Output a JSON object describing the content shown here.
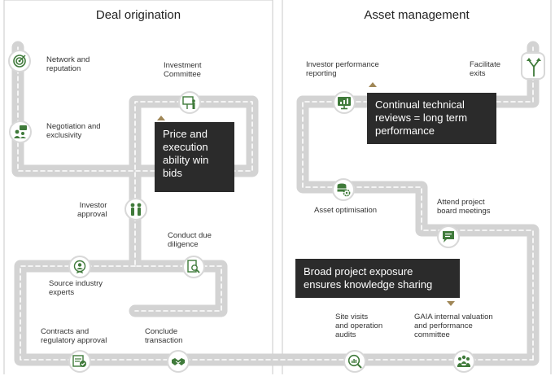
{
  "panels": {
    "deal": {
      "title": "Deal origination"
    },
    "asset": {
      "title": "Asset management"
    }
  },
  "labels": {
    "network": "Network and\nreputation",
    "negotiation": "Negotiation and\nexclusivity",
    "investment_committee": "Investment\nCommittee",
    "investor_approval": "Investor\napproval",
    "due_diligence": "Conduct due\ndiligence",
    "source_experts": "Source industry\nexperts",
    "contracts": "Contracts and\nregulatory approval",
    "conclude": "Conclude\ntransaction",
    "investor_reporting": "Investor performance\nreporting",
    "facilitate_exits": "Facilitate\nexits",
    "asset_optimisation": "Asset optimisation",
    "board_meetings": "Attend project\nboard meetings",
    "site_visits": "Site visits\nand operation\naudits",
    "gaia_valuation": "GAIA internal valuation\nand performance\ncommittee"
  },
  "callouts": {
    "price": "Price and\nexecution\nability win\nbids",
    "technical": "Continual technical\nreviews = long term\nperformance",
    "exposure": "Broad project exposure\nensures knowledge sharing"
  },
  "icons": {
    "network": "target-icon",
    "negotiation": "chat-people-icon",
    "investment_committee": "presentation-icon",
    "investor_approval": "people-icon",
    "due_diligence": "document-search-icon",
    "source_experts": "expert-badge-icon",
    "contracts": "certificate-check-icon",
    "conclude": "handshake-icon",
    "investor_reporting": "report-screen-icon",
    "facilitate_exits": "exit-arrows-icon",
    "asset_optimisation": "database-gear-icon",
    "board_meetings": "chat-bubble-icon",
    "site_visits": "audit-chart-icon",
    "gaia_valuation": "committee-icon"
  },
  "colors": {
    "icon_green": "#3f7a3a",
    "road": "#d3d3d3",
    "marker": "#a08757",
    "callout_bg": "#2b2b2b"
  }
}
